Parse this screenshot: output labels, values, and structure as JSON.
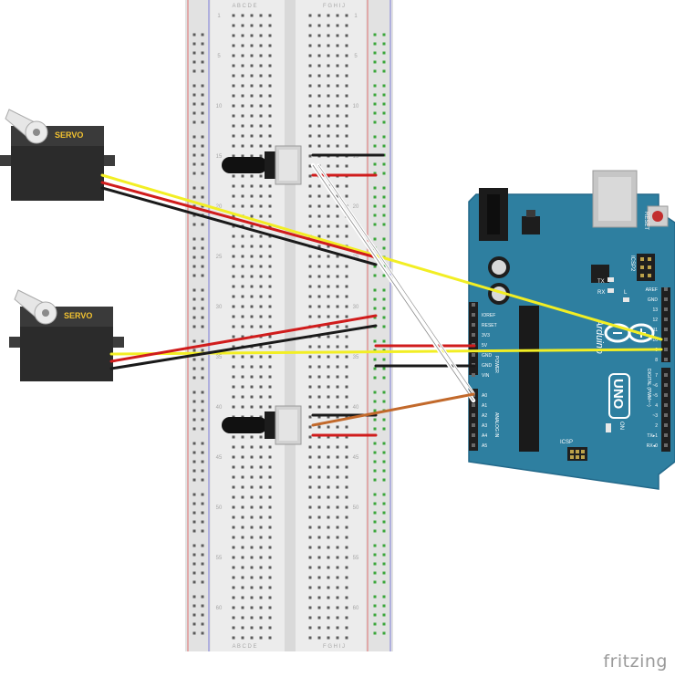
{
  "breadboard": {
    "letters_left": "A B C D E",
    "letters_right": "F G H I J",
    "row_numbers": [
      "1",
      "5",
      "10",
      "15",
      "20",
      "25",
      "30",
      "35",
      "40",
      "45",
      "50",
      "55",
      "60"
    ]
  },
  "servos": [
    {
      "label": "SERVO"
    },
    {
      "label": "SERVO"
    }
  ],
  "arduino": {
    "brand": "Arduino",
    "model": "UNO",
    "reset_label": "RESET",
    "icsp2_label": "ICSP2",
    "icsp_label": "ICSP",
    "tx_label": "TX",
    "rx_label": "RX",
    "l_label": "L",
    "on_label": "ON",
    "power_label": "POWER",
    "analog_label": "ANALOG IN",
    "digital_label": "DIGITAL (PWM=~)",
    "power_pins": [
      "IOREF",
      "RESET",
      "3V3",
      "5V",
      "GND",
      "GND",
      "VIN"
    ],
    "analog_pins": [
      "A0",
      "A1",
      "A2",
      "A3",
      "A4",
      "A5"
    ],
    "digital_top": [
      "AREF",
      "GND",
      "13",
      "12",
      "~11",
      "~10",
      "~9",
      "8"
    ],
    "digital_bottom": [
      "7",
      "~6",
      "~5",
      "4",
      "~3",
      "2",
      "TX▸1",
      "RX◂0"
    ]
  },
  "colors": {
    "yellow_wire": "#f2ee24",
    "red_wire": "#d01c1c",
    "black_wire": "#1a1a1a",
    "orange_wire": "#c2692b",
    "board_teal": "#2e7fa0",
    "servo_body": "#2b2b2b",
    "servo_label": "#f2c230"
  },
  "watermark": "fritzing"
}
